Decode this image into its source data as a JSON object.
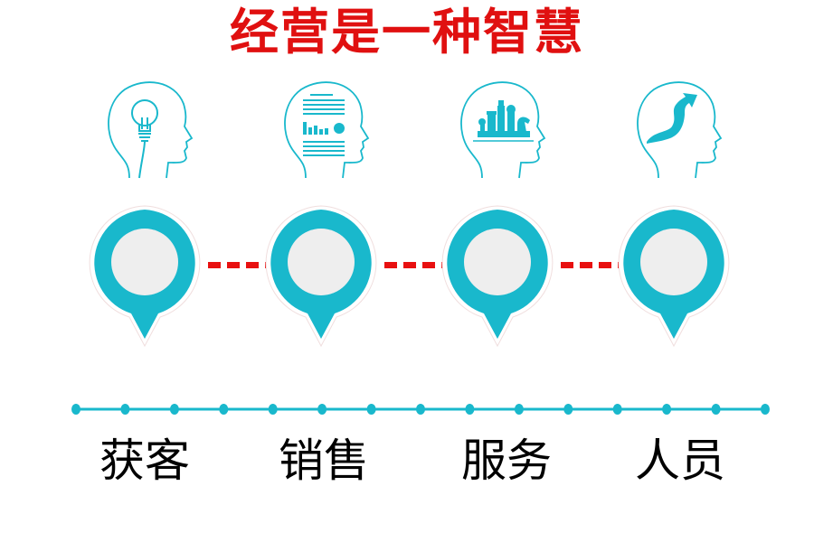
{
  "title": "经营是一种智慧",
  "colors": {
    "title": "#e01010",
    "accent": "#19b8cc",
    "pin_inner": "#eeeeee",
    "connector": "#e81010",
    "label": "#000000"
  },
  "steps": [
    {
      "label": "获客",
      "head_icon": "lightbulb-icon"
    },
    {
      "label": "销售",
      "head_icon": "report-document-icon"
    },
    {
      "label": "服务",
      "head_icon": "chess-pieces-icon"
    },
    {
      "label": "人员",
      "head_icon": "rising-arrow-icon"
    }
  ],
  "timeline": {
    "dot_count": 15
  }
}
